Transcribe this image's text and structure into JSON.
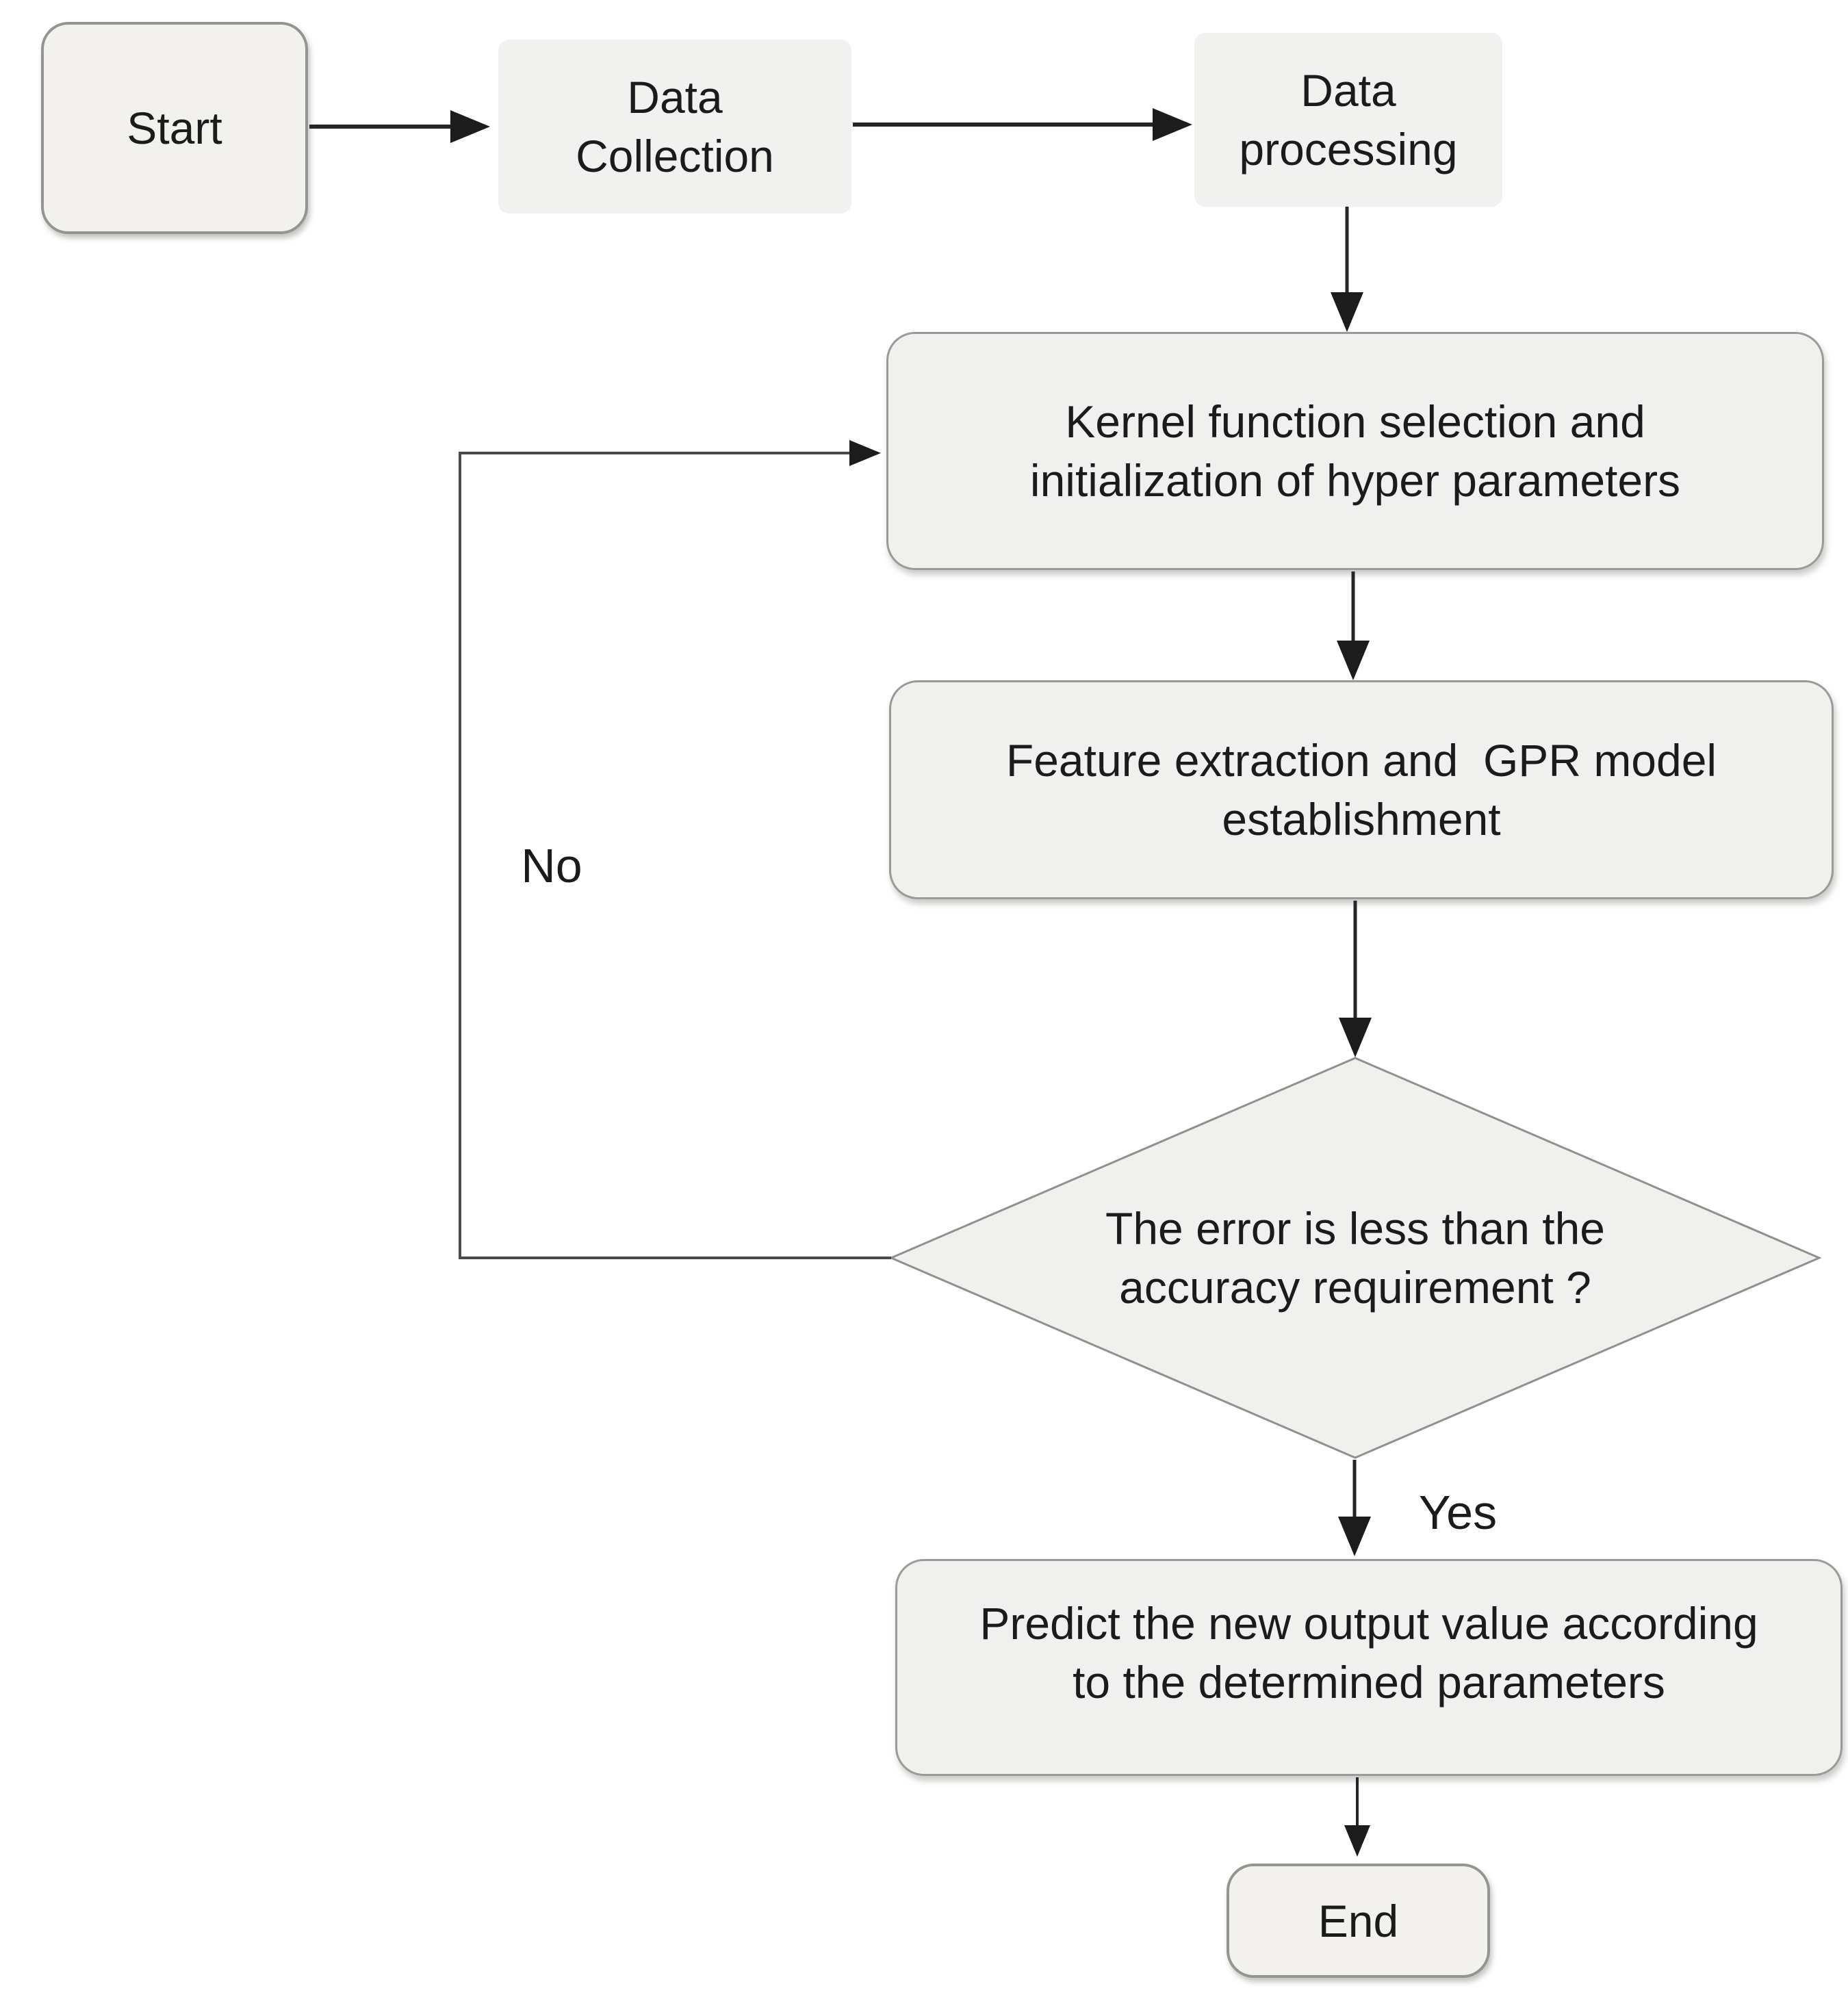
{
  "figure": {
    "kind": "flowchart",
    "background": "#ffffff",
    "palette": {
      "node_fill": "#f0f0ee",
      "terminal_fill": "#f2f1ed",
      "plain_fill": "#f1f1f0",
      "node_border": "#9a9a96",
      "arrow_color": "#262626",
      "loop_arrow_color": "#4a4a4a",
      "text_color": "#1b1b1b"
    }
  },
  "flowchart": {
    "nodes": {
      "start": {
        "type": "terminal",
        "lines": [
          "Start"
        ]
      },
      "collection": {
        "type": "plain",
        "lines": [
          "Data",
          "Collection"
        ]
      },
      "processing": {
        "type": "plain",
        "lines": [
          "Data",
          "processing"
        ]
      },
      "kernel": {
        "type": "process",
        "lines": [
          "Kernel function selection and",
          "initialization of hyper parameters"
        ]
      },
      "feature": {
        "type": "process",
        "lines": [
          "Feature extraction and  GPR model",
          "establishment"
        ]
      },
      "decision": {
        "type": "diamond",
        "lines": [
          "The error is less than the",
          "accuracy requirement ?"
        ]
      },
      "predict": {
        "type": "process",
        "lines": [
          "Predict the new output value according",
          "to the determined parameters"
        ]
      },
      "end": {
        "type": "terminal",
        "lines": [
          "End"
        ]
      }
    },
    "edge_labels": {
      "no": "No",
      "yes": "Yes"
    },
    "edges": [
      {
        "from": "start",
        "to": "collection",
        "label": ""
      },
      {
        "from": "collection",
        "to": "processing",
        "label": ""
      },
      {
        "from": "processing",
        "to": "kernel",
        "label": ""
      },
      {
        "from": "kernel",
        "to": "feature",
        "label": ""
      },
      {
        "from": "feature",
        "to": "decision",
        "label": ""
      },
      {
        "from": "decision",
        "to": "predict",
        "label": "Yes"
      },
      {
        "from": "decision",
        "to": "kernel",
        "label": "No"
      },
      {
        "from": "predict",
        "to": "end",
        "label": ""
      }
    ]
  }
}
